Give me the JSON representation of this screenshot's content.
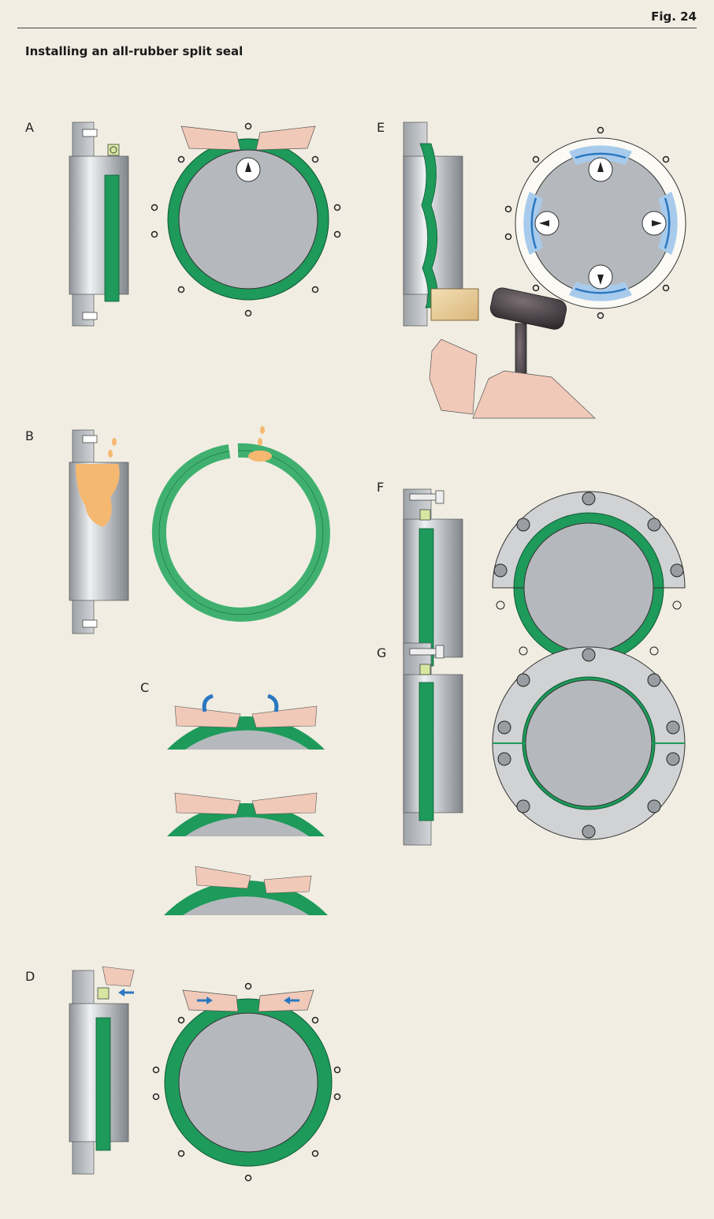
{
  "header": {
    "fig_label": "Fig. 24",
    "title": "Installing an all-rubber split seal"
  },
  "panels": {
    "A": "A",
    "B": "B",
    "C": "C",
    "D": "D",
    "E": "E",
    "F": "F",
    "G": "G"
  },
  "colors": {
    "seal_green": "#1e9a5a",
    "seal_green_light": "#3fb06f",
    "shaft_gray": "#b5b9bd",
    "housing_gray": "#bfc3c6",
    "lubricant": "#f5b870",
    "arrow_blue": "#2a78c0",
    "skin": "#f1c9b8"
  }
}
